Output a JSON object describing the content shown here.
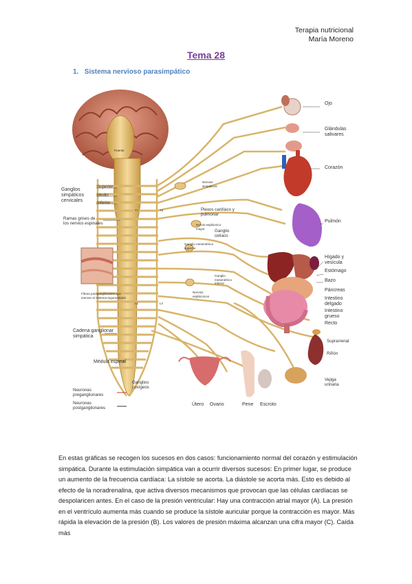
{
  "header": {
    "line1": "Terapia nutricional",
    "line2": "María Moreno"
  },
  "title": "Tema 28",
  "section": {
    "number": "1.",
    "label": "Sistema nervioso parasimpático"
  },
  "figure": {
    "labels": {
      "ojo": "Ojo",
      "glandulas": "Glándulas\nsalivares",
      "corazon": "Corazón",
      "pulmon": "Pulmón",
      "higado": "Hígado y\nvesícula",
      "estomago": "Estómago",
      "bazo": "Bazo",
      "pancreas": "Páncreas",
      "intestino_delgado": "Intestino\ndelgado",
      "intestino_grueso": "Intestino\ngrueso",
      "recto": "Recto",
      "suprarrenal": "Suprarrenal",
      "rinon": "Riñón",
      "vejiga": "Vejiga\nurinaria",
      "utero": "Útero",
      "ovario": "Ovario",
      "pene": "Pene",
      "escroto": "Escroto",
      "ganglios_cervicales": "Ganglios\nsimpáticos\ncervicales",
      "superior": "Superior",
      "medio": "Medio",
      "inferior": "Inferior",
      "ramas_grises": "Ramas grises de\nlos nervios espinales",
      "fibras": "Fibras postganglionares que\ninervan el sistema tegumentario",
      "cadena": "Cadena ganglionar\nsimpática",
      "medula": "Médula espinal",
      "coxigeos": "Ganglios\ncoxígeos",
      "pre": "Neuronas\npreganglionares",
      "post": "Neuronas\npostganglionares",
      "puente": "Puente",
      "nervios_simpaticos": "Nervios\nsimpáticos",
      "plexos": "Plexos cardíaco y\npulmonar",
      "nervio_esplacnico_mayor": "Nervio esplácnico\nmayor",
      "ganglio_celiaco": "Ganglio\ncelíaco",
      "ganglio_mes_sup": "Ganglio mesentérico\nsuperior",
      "ganglio_mes_inf": "Ganglio\nmesentérico\ninferior",
      "nervios_esplacnicos": "Nervios\nesplácnicos",
      "t1": "T1",
      "t2": "T2",
      "l1": "L1",
      "l2": "L2"
    }
  },
  "body_text": "En estas gráficas se recogen los sucesos en dos casos: funcionamiento normal del corazón y estimulación simpática. Durante la estimulación simpática van a ocurrir diversos sucesos: En primer lugar, se produce un aumento de la frecuencia cardíaca: La sístole se acorta. La diástole se acorta más. Esto es debido al efecto de la noradrenalina, que activa diversos mecanismos que provocan que las células cardíacas se despolaricen antes. En el caso de la presión ventricular: Hay una contracción atrial mayor (A). La presión en el ventrículo aumenta más cuando se produce la sístole auricular porque la contracción es mayor. Más rápida la elevación de la presión (B). Los valores de presión máxima alcanzan una cifra mayor (C). Caída más"
}
